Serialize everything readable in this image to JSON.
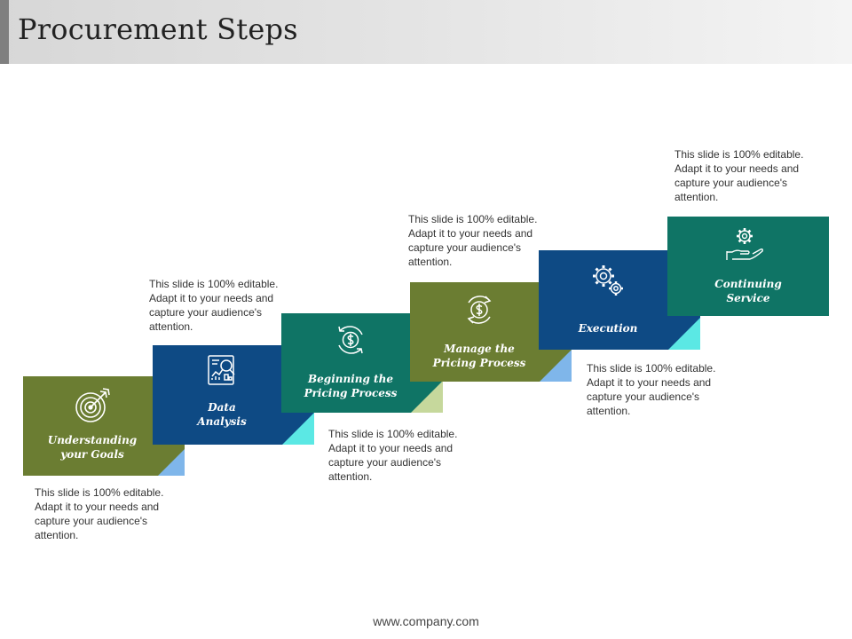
{
  "title": "Procurement Steps",
  "footer": "www.company.com",
  "colors": {
    "olive": "#6b7d32",
    "navy": "#0e4a84",
    "teal": "#0f7465",
    "fold_blue": "#7fb6ea",
    "fold_cyan": "#5be8e4",
    "fold_green": "#c6d89c"
  },
  "steps": [
    {
      "label": "Understanding\nyour Goals",
      "icon": "target-icon",
      "description": "This slide is 100% editable. Adapt it to your needs and capture your audience's attention."
    },
    {
      "label": "Data\nAnalysis",
      "icon": "data-analysis-icon",
      "description": "This slide is 100% editable. Adapt it to your needs and capture your audience's attention."
    },
    {
      "label": "Beginning the\nPricing Process",
      "icon": "dollar-cycle-icon",
      "description": "This slide is 100% editable. Adapt it to your needs and capture your audience's attention."
    },
    {
      "label": "Manage the\nPricing Process",
      "icon": "dollar-refresh-icon",
      "description": "This slide is 100% editable. Adapt it to your needs and capture your audience's attention."
    },
    {
      "label": "Execution",
      "icon": "gears-icon",
      "description": "This slide is 100% editable. Adapt it to your needs and capture your audience's attention."
    },
    {
      "label": "Continuing\nService",
      "icon": "hand-gear-icon",
      "description": "This slide is 100% editable. Adapt it to your needs and capture your audience's attention."
    }
  ]
}
